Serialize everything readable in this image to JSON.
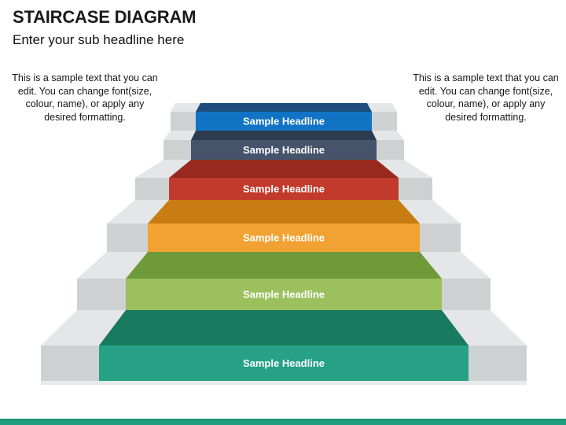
{
  "header": {
    "title": "STAIRCASE DIAGRAM",
    "subtitle": "Enter your sub headline here"
  },
  "side_notes": {
    "left": "This is a sample text that you can edit. You can change font(size, colour, name), or apply any desired formatting.",
    "right": "This is a sample text that you can edit. You can change font(size, colour, name), or apply any desired formatting."
  },
  "staircase": {
    "steps": [
      {
        "label": "Sample Headline",
        "front_color": "#1173c4",
        "top_color": "#1c4d7c"
      },
      {
        "label": "Sample Headline",
        "front_color": "#45536b",
        "top_color": "#2e3a4d"
      },
      {
        "label": "Sample Headline",
        "front_color": "#c23a2b",
        "top_color": "#97291e"
      },
      {
        "label": "Sample Headline",
        "front_color": "#f2a233",
        "top_color": "#c77d12"
      },
      {
        "label": "Sample Headline",
        "front_color": "#9cc05e",
        "top_color": "#6e9a39"
      },
      {
        "label": "Sample Headline",
        "front_color": "#26a185",
        "top_color": "#187a5f"
      }
    ],
    "label_text_color": "#ffffff",
    "side_front_color": "#ced1d2",
    "side_top_color": "#e5e6e7",
    "floor_color": "#e8ebeb"
  },
  "footer": {
    "bar_color": "#1f9e80",
    "bar_edge_color": "#0e8064"
  }
}
